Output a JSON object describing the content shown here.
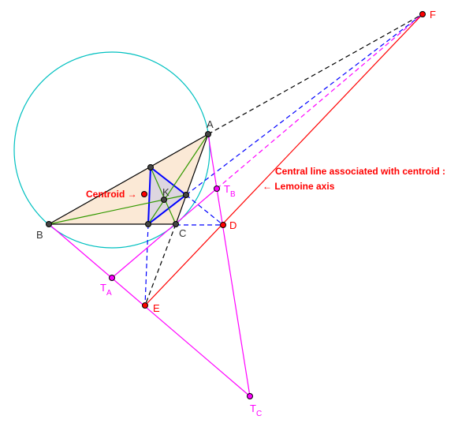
{
  "labels": {
    "A": "A",
    "B": "B",
    "C": "C",
    "D": "D",
    "E": "E",
    "F": "F",
    "K": "K",
    "TA": "T",
    "TA_sub": "A",
    "TB": "T",
    "TB_sub": "B",
    "TC": "T",
    "TC_sub": "C"
  },
  "annotations": {
    "centroid": "Centroid →",
    "central_line": "Central line associated with centroid :",
    "lemoine": "← Lemoine axis"
  },
  "colors": {
    "circle": "#00c0c0",
    "magenta": "#ff00ff",
    "red": "#ff0000",
    "blue": "#0000ff",
    "green": "#339900",
    "fill": "#fbe9d6",
    "inner": "#ddd6e0"
  }
}
